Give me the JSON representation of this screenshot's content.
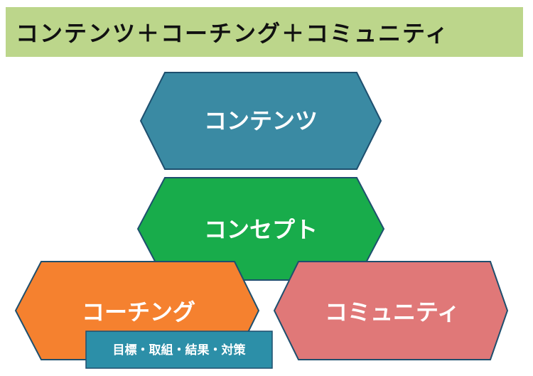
{
  "title": "コンテンツ＋コーチング＋コミュニティ",
  "nodes": {
    "contents": {
      "label": "コンテンツ",
      "color": "#3a8aa3"
    },
    "concept": {
      "label": "コンセプト",
      "color": "#18ac4b"
    },
    "coaching": {
      "label": "コーチング",
      "color": "#f5812f"
    },
    "community": {
      "label": "コミュニティ",
      "color": "#e07878"
    }
  },
  "sub_box": {
    "label": "目標・取組・結果・対策",
    "color": "#2c8fa8"
  },
  "colors": {
    "title_bg": "#bcd68b",
    "stroke": "#1e4f6e"
  }
}
